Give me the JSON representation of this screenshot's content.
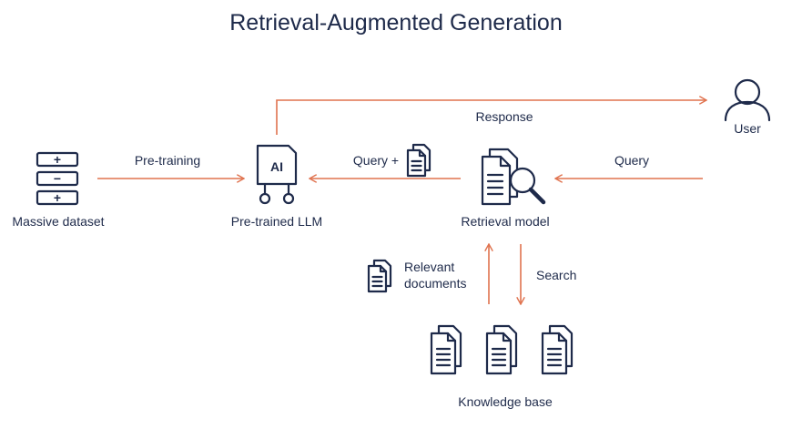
{
  "title": "Retrieval-Augmented Generation",
  "colors": {
    "ink": "#1e2a4a",
    "arrow": "#e0734f",
    "background": "#ffffff"
  },
  "nodes": {
    "massive_dataset": {
      "label": "Massive dataset",
      "icon": "database-stack-icon"
    },
    "pretrained_llm": {
      "label": "Pre-trained LLM",
      "icon": "ai-chip-icon",
      "badge": "AI"
    },
    "retrieval_model": {
      "label": "Retrieval model",
      "icon": "document-search-icon"
    },
    "user": {
      "label": "User",
      "icon": "user-icon"
    },
    "knowledge_base": {
      "label": "Knowledge base",
      "icon": "document-stack-icon"
    }
  },
  "edges": {
    "pretraining": "Pre-training",
    "query_plus": "Query +",
    "query": "Query",
    "response": "Response",
    "relevant_documents_line1": "Relevant",
    "relevant_documents_line2": "documents",
    "search": "Search"
  },
  "dataset_symbols": [
    "+",
    "−",
    "+"
  ]
}
